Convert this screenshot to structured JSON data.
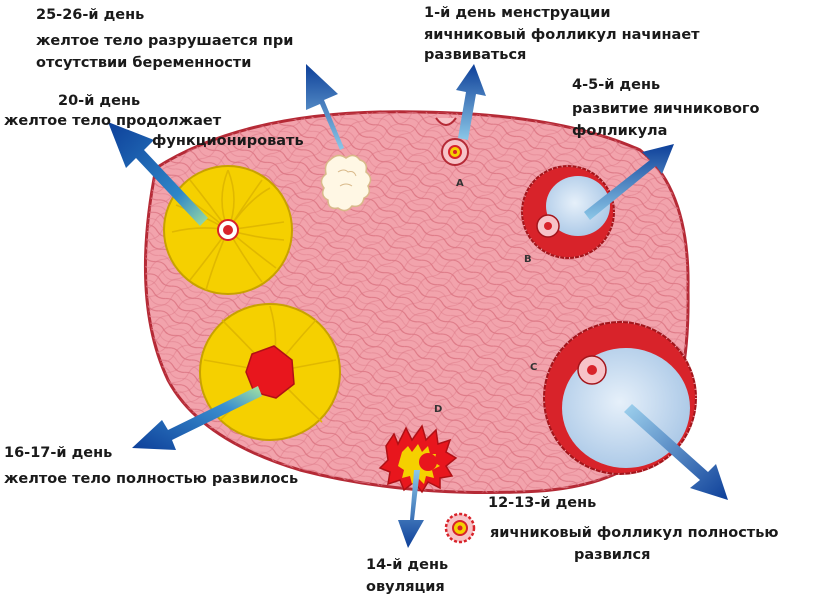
{
  "labels": {
    "day25": {
      "title": "25-26-й день",
      "text1": "желтое тело разрушается при",
      "text2": "отсутствии беременности"
    },
    "day20": {
      "title": "20-й день",
      "text1": "желтое тело продолжает",
      "text2": "функционировать"
    },
    "day1": {
      "title": "1-й день менструации",
      "text1": "яичниковый фолликул начинает",
      "text2": "развиваться"
    },
    "day4": {
      "title": "4-5-й день",
      "text1": "развитие яичникового",
      "text2": "фолликула"
    },
    "day16": {
      "title": "16-17-й день",
      "text1": "желтое тело полностью развилось"
    },
    "day12": {
      "title": "12-13-й день",
      "text1": "яичниковый фолликул полностью",
      "text2": "развился"
    },
    "day14": {
      "title": "14-й день",
      "text1": "овуляция"
    }
  },
  "letters": {
    "a": "A",
    "b": "B",
    "c": "C",
    "d": "D"
  },
  "colors": {
    "stroma": "#f2a3ac",
    "stroma_fiber": "#d9707e",
    "ovary_outline": "#b52a36",
    "corpus_luteum": "#f5d000",
    "follicle_red": "#d8232a",
    "follicle_fluid": "#cfe0f2",
    "arrow_dark": "#0d3f99",
    "arrow_light": "#7fc6e8"
  }
}
